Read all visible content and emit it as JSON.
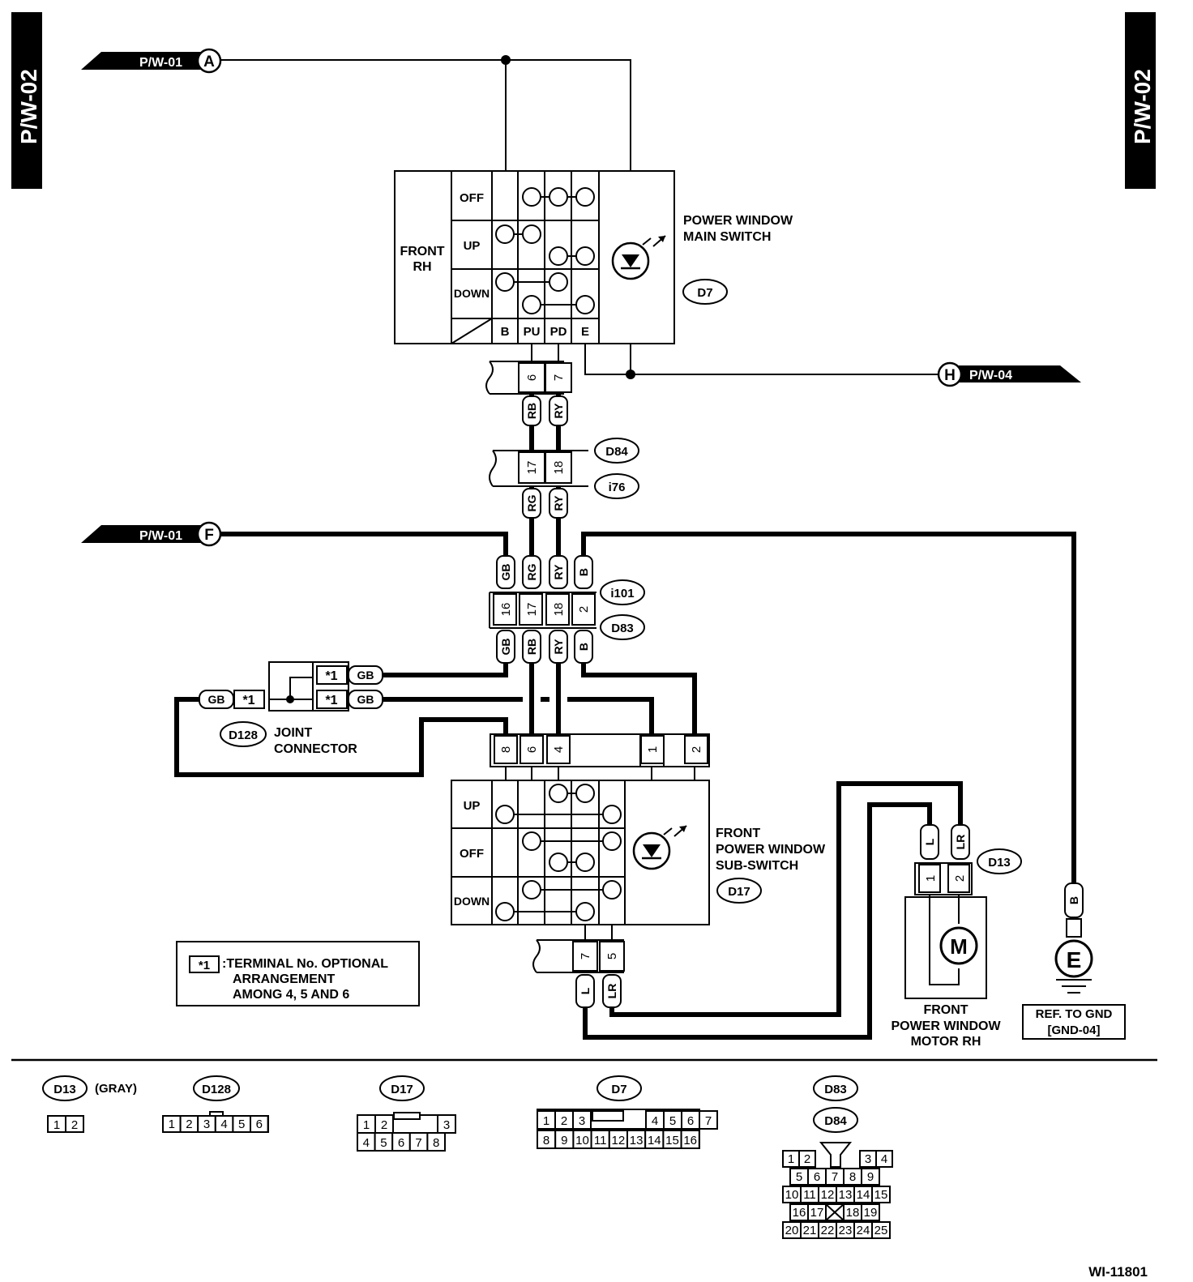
{
  "page_tabs": {
    "left": "P/W-02",
    "right": "P/W-02"
  },
  "refs": {
    "pw01_a": "P/W-01",
    "pw01_a_letter": "A",
    "pw01_f": "P/W-01",
    "pw01_f_letter": "F",
    "pw04_h": "P/W-04",
    "pw04_h_letter": "H"
  },
  "main_switch": {
    "side_label_line1": "FRONT",
    "side_label_line2": "RH",
    "rows": [
      "OFF",
      "UP",
      "DOWN"
    ],
    "terminals": [
      "B",
      "PU",
      "PD",
      "E"
    ],
    "title_line1": "POWER WINDOW",
    "title_line2": "MAIN SWITCH",
    "connector_id": "D7"
  },
  "upper_connector": {
    "pins": [
      "6",
      "7"
    ],
    "wires": [
      "RB",
      "RY"
    ]
  },
  "mid_connector": {
    "pins": [
      "17",
      "18"
    ],
    "wires": [
      "RG",
      "RY"
    ],
    "ids": [
      "D84",
      "i76"
    ]
  },
  "lower_connector": {
    "wires_top": [
      "GB",
      "RG",
      "RY",
      "B"
    ],
    "pins": [
      "16",
      "17",
      "18",
      "2"
    ],
    "wires_bottom": [
      "GB",
      "RB",
      "RY",
      "B"
    ],
    "ids": [
      "i101",
      "D83"
    ]
  },
  "joint": {
    "star": "*1",
    "wire": "GB",
    "connector_id": "D128",
    "label_line1": "JOINT",
    "label_line2": "CONNECTOR"
  },
  "sub_switch": {
    "top_pins": [
      "8",
      "6",
      "4",
      "1",
      "2"
    ],
    "rows": [
      "UP",
      "OFF",
      "DOWN"
    ],
    "bottom_pins": [
      "7",
      "5"
    ],
    "bottom_wires": [
      "L",
      "LR"
    ],
    "title_line1": "FRONT",
    "title_line2": "POWER WINDOW",
    "title_line3": "SUB-SWITCH",
    "connector_id": "D17"
  },
  "motor": {
    "wires": [
      "L",
      "LR"
    ],
    "pins": [
      "1",
      "2"
    ],
    "symbol": "M",
    "connector_id": "D13",
    "title_line1": "FRONT",
    "title_line2": "POWER WINDOW",
    "title_line3": "MOTOR RH"
  },
  "ground": {
    "wire": "B",
    "letter": "E",
    "ref_line1": "REF. TO GND",
    "ref_line2": "[GND-04]"
  },
  "note": {
    "star": "*1",
    "line1": ":TERMINAL No. OPTIONAL",
    "line2": "ARRANGEMENT",
    "line3": "AMONG 4, 5 AND 6"
  },
  "legend": {
    "d13": {
      "id": "D13",
      "note": "(GRAY)",
      "pins": [
        "1",
        "2"
      ]
    },
    "d128": {
      "id": "D128",
      "pins": [
        "1",
        "2",
        "3",
        "4",
        "5",
        "6"
      ]
    },
    "d17": {
      "id": "D17",
      "row1": [
        "1",
        "2",
        "3"
      ],
      "row2": [
        "4",
        "5",
        "6",
        "7",
        "8"
      ]
    },
    "d7": {
      "id": "D7",
      "row1": [
        "1",
        "2",
        "3",
        "4",
        "5",
        "6",
        "7"
      ],
      "row2": [
        "8",
        "9",
        "10",
        "11",
        "12",
        "13",
        "14",
        "15",
        "16"
      ]
    },
    "d83_84": {
      "ids": [
        "D83",
        "D84"
      ],
      "row1": [
        "1",
        "2",
        "3",
        "4"
      ],
      "row2": [
        "5",
        "6",
        "7",
        "8",
        "9"
      ],
      "row3": [
        "10",
        "11",
        "12",
        "13",
        "14",
        "15"
      ],
      "row4": [
        "16",
        "17",
        "18",
        "19"
      ],
      "row5": [
        "20",
        "21",
        "22",
        "23",
        "24",
        "25"
      ]
    }
  },
  "code": "WI-11801"
}
